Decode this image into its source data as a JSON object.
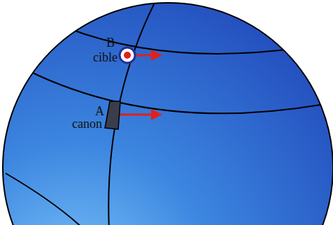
{
  "diagram": {
    "labels": [
      "B",
      "cible",
      "A",
      "canon"
    ]
  }
}
